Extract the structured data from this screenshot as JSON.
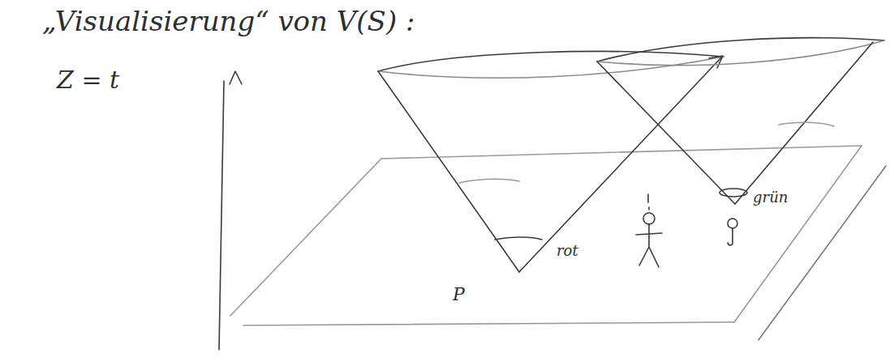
{
  "diagram": {
    "title": "„Visualisierung“ von V(S) :",
    "labels": [
      "Z = t",
      "rot",
      "grün",
      "P"
    ]
  }
}
